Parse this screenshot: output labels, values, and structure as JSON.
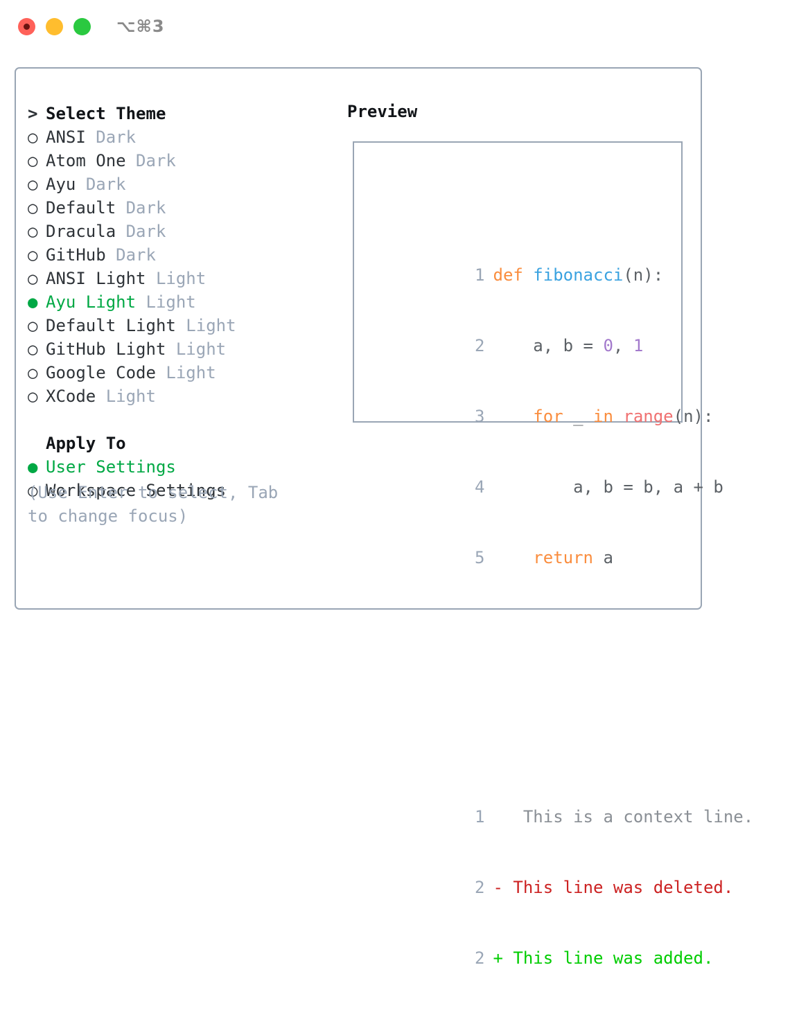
{
  "titlebar": {
    "shortcut": "⌥⌘3",
    "buttons": [
      {
        "name": "close",
        "color": "#ff6159"
      },
      {
        "name": "minimize",
        "color": "#ffbd2e"
      },
      {
        "name": "maximize",
        "color": "#2ac940"
      }
    ]
  },
  "theme_section": {
    "header": "Select Theme",
    "header_prefix": ">",
    "items": [
      {
        "marker": "○",
        "label": "ANSI",
        "suffix": "Dark",
        "selected": false
      },
      {
        "marker": "○",
        "label": "Atom One",
        "suffix": "Dark",
        "selected": false
      },
      {
        "marker": "○",
        "label": "Ayu",
        "suffix": "Dark",
        "selected": false
      },
      {
        "marker": "○",
        "label": "Default",
        "suffix": "Dark",
        "selected": false
      },
      {
        "marker": "○",
        "label": "Dracula",
        "suffix": "Dark",
        "selected": false
      },
      {
        "marker": "○",
        "label": "GitHub",
        "suffix": "Dark",
        "selected": false
      },
      {
        "marker": "○",
        "label": "ANSI Light",
        "suffix": "Light",
        "selected": false
      },
      {
        "marker": "●",
        "label": "Ayu Light",
        "suffix": "Light",
        "selected": true
      },
      {
        "marker": "○",
        "label": "Default Light",
        "suffix": "Light",
        "selected": false
      },
      {
        "marker": "○",
        "label": "GitHub Light",
        "suffix": "Light",
        "selected": false
      },
      {
        "marker": "○",
        "label": "Google Code",
        "suffix": "Light",
        "selected": false
      },
      {
        "marker": "○",
        "label": "XCode",
        "suffix": "Light",
        "selected": false
      }
    ]
  },
  "apply_section": {
    "header": "Apply To",
    "items": [
      {
        "marker": "●",
        "label": "User Settings",
        "selected": true
      },
      {
        "marker": "○",
        "label": "Workspace Settings",
        "selected": false
      }
    ]
  },
  "hint": "(Use Enter to select, Tab to change focus)",
  "preview": {
    "title": "Preview",
    "code_lines": [
      {
        "number": "1",
        "tokens": [
          {
            "text": "def ",
            "type": "kw"
          },
          {
            "text": "fibonacci",
            "type": "fn"
          },
          {
            "text": "(n):",
            "type": "plain"
          }
        ]
      },
      {
        "number": "2",
        "tokens": [
          {
            "text": "    a, b = ",
            "type": "plain"
          },
          {
            "text": "0",
            "type": "num"
          },
          {
            "text": ", ",
            "type": "plain"
          },
          {
            "text": "1",
            "type": "num"
          }
        ]
      },
      {
        "number": "3",
        "tokens": [
          {
            "text": "    ",
            "type": "plain"
          },
          {
            "text": "for",
            "type": "kw"
          },
          {
            "text": " _ ",
            "type": "plain"
          },
          {
            "text": "in",
            "type": "kw"
          },
          {
            "text": " ",
            "type": "plain"
          },
          {
            "text": "range",
            "type": "built"
          },
          {
            "text": "(n):",
            "type": "plain"
          }
        ]
      },
      {
        "number": "4",
        "tokens": [
          {
            "text": "        a, b = b, a + b",
            "type": "plain"
          }
        ]
      },
      {
        "number": "5",
        "tokens": [
          {
            "text": "    ",
            "type": "plain"
          },
          {
            "text": "return",
            "type": "kw"
          },
          {
            "text": " a",
            "type": "plain"
          }
        ]
      }
    ],
    "diff_lines": [
      {
        "number": "1",
        "sign": " ",
        "text": "  This is a context line.",
        "type": "ctx"
      },
      {
        "number": "2",
        "sign": "-",
        "text": " This line was deleted.",
        "type": "del"
      },
      {
        "number": "2",
        "sign": "+",
        "text": " This line was added.",
        "type": "add"
      }
    ]
  },
  "colors": {
    "accent_green": "#00a844",
    "muted": "#9aa6b6",
    "border": "#99a5b4",
    "keyword": "#fa8d3e",
    "function": "#3aa2e0",
    "builtin": "#f07171",
    "number": "#a37acc",
    "diff_deleted": "#cc2222",
    "diff_added": "#00cc00"
  }
}
